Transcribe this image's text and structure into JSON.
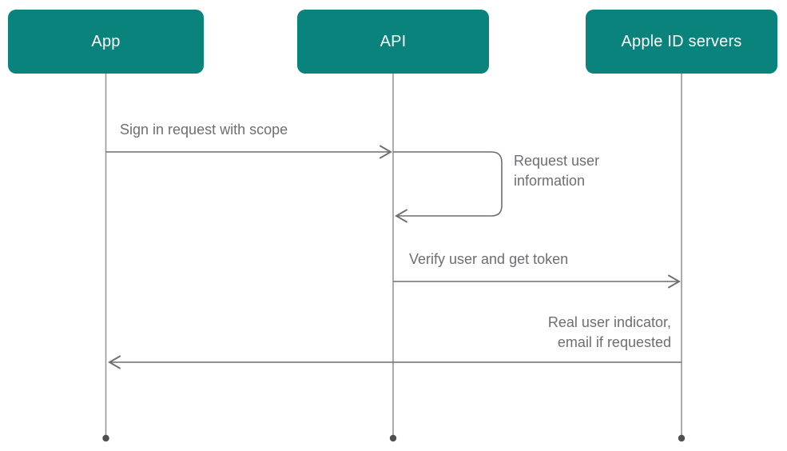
{
  "theme": {
    "background": "#ffffff",
    "actor-fill": "#0a837c",
    "actor-text": "#ffffff",
    "message-line": "#6f6f73",
    "lifeline": "#98989d",
    "label-text": "#6e6e73",
    "endpoint-dot": "#505053"
  },
  "diagram": {
    "type": "sequence",
    "actors": [
      {
        "id": "app",
        "label": "App"
      },
      {
        "id": "api",
        "label": "API"
      },
      {
        "id": "apple-id-servers",
        "label": "Apple ID servers"
      }
    ],
    "messages": [
      {
        "label": "Sign in request with scope",
        "from": "App",
        "to": "API",
        "direction": "right"
      },
      {
        "label": "Request user\ninformation",
        "from": "API",
        "to": "API",
        "direction": "self"
      },
      {
        "label": "Verify user and get token",
        "from": "API",
        "to": "Apple ID servers",
        "direction": "right"
      },
      {
        "label": "Real user indicator,\nemail if requested",
        "from": "Apple ID servers",
        "to": "App",
        "direction": "left"
      }
    ]
  }
}
